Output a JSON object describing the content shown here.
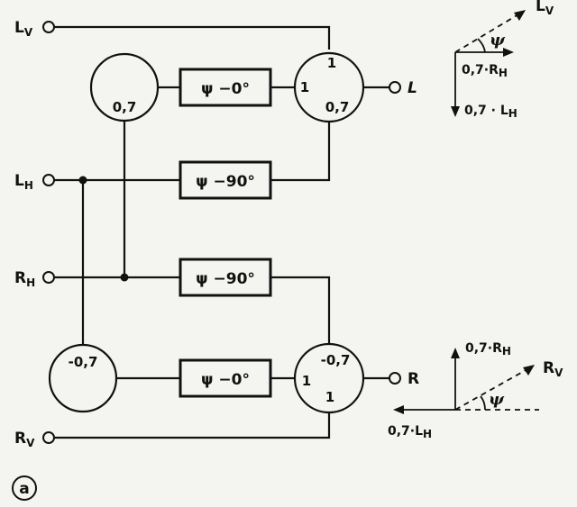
{
  "inputs": {
    "lv": {
      "main": "L",
      "sub": "V"
    },
    "lh": {
      "main": "L",
      "sub": "H"
    },
    "rh": {
      "main": "R",
      "sub": "H"
    },
    "rv": {
      "main": "R",
      "sub": "V"
    }
  },
  "outputs": {
    "l": "L",
    "r": "R"
  },
  "boxes": [
    "ψ −0°",
    "ψ −90°",
    "ψ −90°",
    "ψ −0°"
  ],
  "gains": {
    "upper": "0,7",
    "lower": "-0,7"
  },
  "sum_upper": {
    "top": "1",
    "left": "1",
    "bottom": "0,7"
  },
  "sum_lower": {
    "top": "-0,7",
    "left": "1",
    "bottom": "1"
  },
  "vectors_upper": {
    "angle": "ψ",
    "lv": {
      "main": "L",
      "sub": "V"
    },
    "rh": {
      "main": "0,7·R",
      "sub": "H"
    },
    "lh": {
      "main": "0,7 · L",
      "sub": "H"
    }
  },
  "vectors_lower": {
    "angle": "ψ",
    "rh": {
      "main": "0,7·R",
      "sub": "H"
    },
    "rv": {
      "main": "R",
      "sub": "V"
    },
    "lh": {
      "main": "0,7·L",
      "sub": "H"
    }
  },
  "figure_tag": "a"
}
